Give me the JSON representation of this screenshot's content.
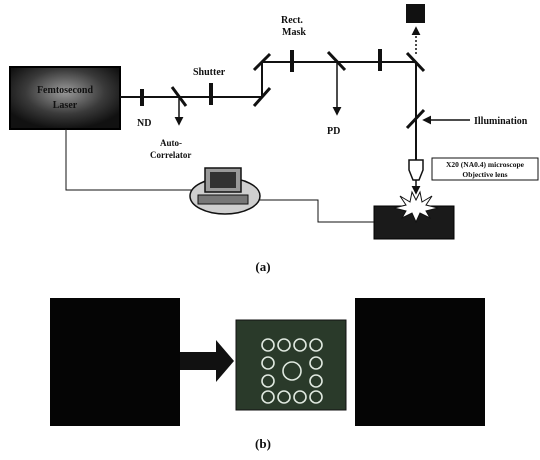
{
  "panel_a": {
    "caption": "(a)",
    "laser_label_line1": "Femtosecond",
    "laser_label_line2": "Laser",
    "nd_label": "ND",
    "shutter_label": "Shutter",
    "autocorrelator_line1": "Auto-",
    "autocorrelator_line2": "Correlator",
    "rect_mask_line1": "Rect.",
    "rect_mask_line2": "Mask",
    "pd_label": "PD",
    "illumination_label": "Illumination",
    "objective_line1": "X20 (NA0.4) microscope",
    "objective_line2": "Objective lens"
  },
  "panel_b": {
    "caption": "(b)"
  },
  "colors": {
    "ink": "#111111",
    "laser_fill": "#1a1a1a",
    "panel_dark": "#050505",
    "pattern_bg": "#2a3a2a"
  }
}
